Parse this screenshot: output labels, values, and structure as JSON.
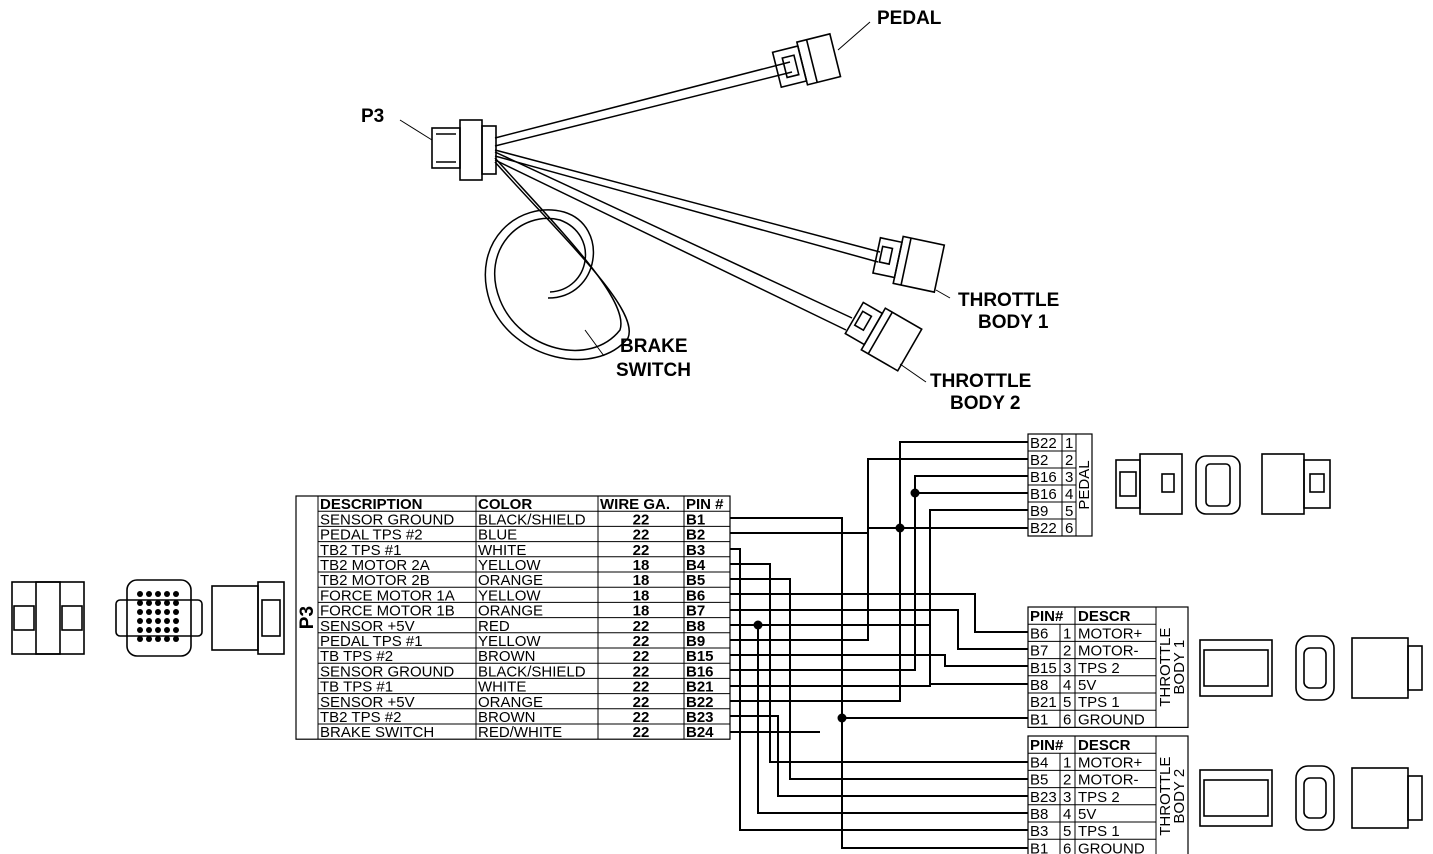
{
  "labels": {
    "pedal": "PEDAL",
    "p3": "P3",
    "brake_1": "BRAKE",
    "brake_2": "SWITCH",
    "tb1_1": "THROTTLE",
    "tb1_2": "BODY 1",
    "tb2_1": "THROTTLE",
    "tb2_2": "BODY 2"
  },
  "main_table": {
    "side_label": "P3",
    "headers": [
      "DESCRIPTION",
      "COLOR",
      "WIRE GA.",
      "PIN #"
    ],
    "rows": [
      [
        "SENSOR GROUND",
        "BLACK/SHIELD",
        "22",
        "B1"
      ],
      [
        "PEDAL TPS #2",
        "BLUE",
        "22",
        "B2"
      ],
      [
        "TB2 TPS #1",
        "WHITE",
        "22",
        "B3"
      ],
      [
        "TB2 MOTOR 2A",
        "YELLOW",
        "18",
        "B4"
      ],
      [
        "TB2 MOTOR 2B",
        "ORANGE",
        "18",
        "B5"
      ],
      [
        "FORCE MOTOR 1A",
        "YELLOW",
        "18",
        "B6"
      ],
      [
        "FORCE MOTOR 1B",
        "ORANGE",
        "18",
        "B7"
      ],
      [
        "SENSOR +5V",
        "RED",
        "22",
        "B8"
      ],
      [
        "PEDAL TPS #1",
        "YELLOW",
        "22",
        "B9"
      ],
      [
        "TB TPS #2",
        "BROWN",
        "22",
        "B15"
      ],
      [
        "SENSOR GROUND",
        "BLACK/SHIELD",
        "22",
        "B16"
      ],
      [
        "TB TPS #1",
        "WHITE",
        "22",
        "B21"
      ],
      [
        "SENSOR +5V",
        "ORANGE",
        "22",
        "B22"
      ],
      [
        "TB2 TPS #2",
        "BROWN",
        "22",
        "B23"
      ],
      [
        "BRAKE SWITCH",
        "RED/WHITE",
        "22",
        "B24"
      ]
    ]
  },
  "pedal_table": {
    "side_label": "PEDAL",
    "rows": [
      [
        "B22",
        "1"
      ],
      [
        "B2",
        "2"
      ],
      [
        "B16",
        "3"
      ],
      [
        "B16",
        "4"
      ],
      [
        "B9",
        "5"
      ],
      [
        "B22",
        "6"
      ]
    ]
  },
  "tb1_table": {
    "side_label_1": "THROTTLE",
    "side_label_2": "BODY 1",
    "headers": [
      "PIN#",
      "DESCR"
    ],
    "rows": [
      [
        "B6",
        "1",
        "MOTOR+"
      ],
      [
        "B7",
        "2",
        "MOTOR-"
      ],
      [
        "B15",
        "3",
        "TPS 2"
      ],
      [
        "B8",
        "4",
        "5V"
      ],
      [
        "B21",
        "5",
        "TPS 1"
      ],
      [
        "B1",
        "6",
        "GROUND"
      ]
    ]
  },
  "tb2_table": {
    "side_label_1": "THROTTLE",
    "side_label_2": "BODY 2",
    "headers": [
      "PIN#",
      "DESCR"
    ],
    "rows": [
      [
        "B4",
        "1",
        "MOTOR+"
      ],
      [
        "B5",
        "2",
        "MOTOR-"
      ],
      [
        "B23",
        "3",
        "TPS 2"
      ],
      [
        "B8",
        "4",
        "5V"
      ],
      [
        "B3",
        "5",
        "TPS 1"
      ],
      [
        "B1",
        "6",
        "GROUND"
      ]
    ]
  }
}
